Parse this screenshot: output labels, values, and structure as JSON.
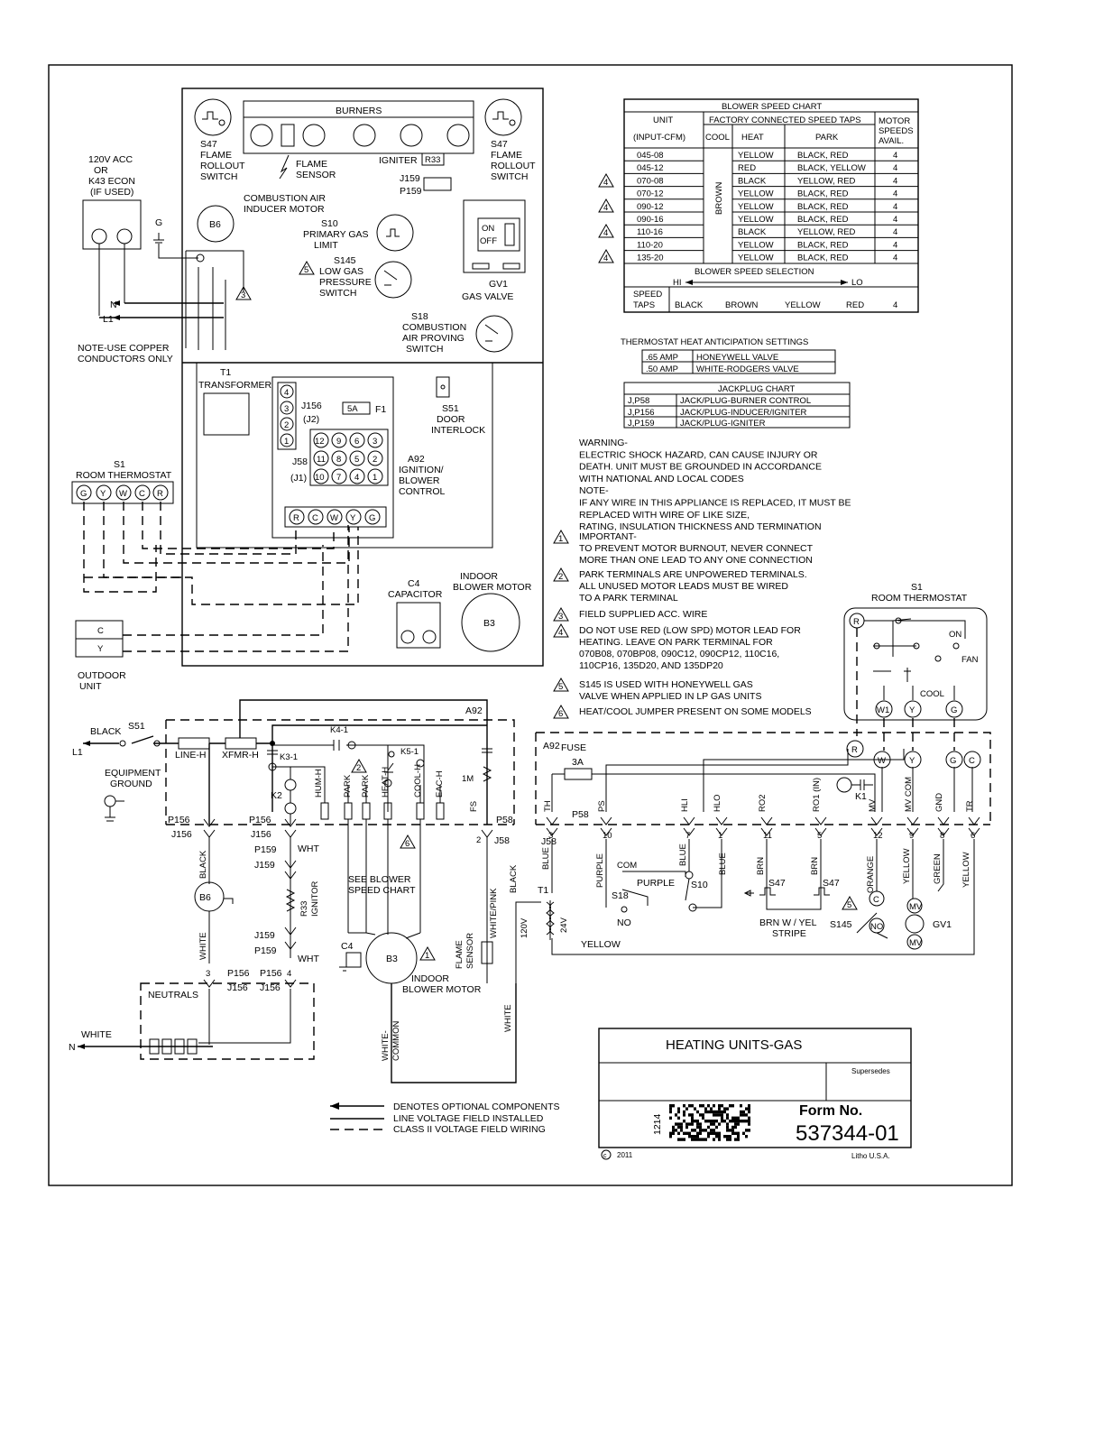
{
  "diagram": {
    "title_block": {
      "title": "HEATING UNITS-GAS",
      "supersedes": "Supersedes",
      "form_label": "Form No.",
      "form_number": "537344-01",
      "barcode_num": "1214",
      "copyright": "2011",
      "litho": "Litho U.S.A."
    },
    "components": {
      "burners": "BURNERS",
      "s47_left": [
        "S47",
        "FLAME",
        "ROLLOUT",
        "SWITCH"
      ],
      "s47_right": [
        "S47",
        "FLAME",
        "ROLLOUT",
        "SWITCH"
      ],
      "flame_sensor": [
        "FLAME",
        "SENSOR"
      ],
      "igniter": "IGNITER",
      "r33": "R33",
      "j159": "J159",
      "p159": "P159",
      "supply": [
        "120V ACC",
        "OR",
        "K43 ECON",
        "(IF USED)"
      ],
      "g": "G",
      "combustion_inducer": [
        "COMBUSTION AIR",
        "INDUCER MOTOR"
      ],
      "b6": "B6",
      "s10": [
        "S10",
        "PRIMARY GAS",
        "LIMIT"
      ],
      "s145": [
        "S145",
        "LOW GAS",
        "PRESSURE",
        "SWITCH"
      ],
      "gv1": [
        "GV1",
        "GAS VALVE"
      ],
      "on": "ON",
      "off": "OFF",
      "n": "N",
      "l1": "L1",
      "s18": [
        "S18",
        "COMBUSTION",
        "AIR PROVING",
        "SWITCH"
      ],
      "note_copper": [
        "NOTE-USE COPPER",
        "CONDUCTORS ONLY"
      ],
      "t1": [
        "T1",
        "TRANSFORMER"
      ],
      "j156": [
        "J156",
        "(J2)"
      ],
      "f1_rating": "5A",
      "f1": "F1",
      "s51": [
        "S51",
        "DOOR",
        "INTERLOCK"
      ],
      "j58": [
        "J58",
        "(J1)"
      ],
      "a92": [
        "A92",
        "IGNITION/",
        "BLOWER",
        "CONTROL"
      ],
      "s1": [
        "S1",
        "ROOM THERMOSTAT"
      ],
      "thermostat_terms": [
        "G",
        "Y",
        "W",
        "C",
        "R"
      ],
      "control_terms": [
        "R",
        "C",
        "W",
        "Y",
        "G"
      ],
      "c4": [
        "C4",
        "CAPACITOR"
      ],
      "b3": [
        "INDOOR",
        "BLOWER MOTOR"
      ],
      "b3_id": "B3",
      "outdoor": [
        "OUTDOOR",
        "UNIT"
      ],
      "c": "C",
      "y": "Y"
    },
    "blower_chart": {
      "title": "BLOWER SPEED CHART",
      "headers": [
        "UNIT",
        "FACTORY CONNECTED SPEED TAPS",
        "MOTOR SPEEDS AVAIL."
      ],
      "sub_headers": [
        "(INPUT-CFM)",
        "COOL",
        "HEAT",
        "PARK"
      ],
      "cool_value": "BROWN",
      "rows": [
        [
          "045-08",
          "YELLOW",
          "BLACK, RED",
          "4"
        ],
        [
          "045-12",
          "RED",
          "BLACK, YELLOW",
          "4"
        ],
        [
          "070-08",
          "BLACK",
          "YELLOW, RED",
          "4"
        ],
        [
          "070-12",
          "YELLOW",
          "BLACK, RED",
          "4"
        ],
        [
          "090-12",
          "YELLOW",
          "BLACK, RED",
          "4"
        ],
        [
          "090-16",
          "YELLOW",
          "BLACK, RED",
          "4"
        ],
        [
          "110-16",
          "BLACK",
          "YELLOW, RED",
          "4"
        ],
        [
          "110-20",
          "YELLOW",
          "BLACK, RED",
          "4"
        ],
        [
          "135-20",
          "YELLOW",
          "BLACK, RED",
          "4"
        ]
      ],
      "selection_title": "BLOWER SPEED SELECTION",
      "hi": "HI",
      "lo": "LO",
      "taps_label": [
        "SPEED",
        "TAPS"
      ],
      "taps": [
        "BLACK",
        "BROWN",
        "YELLOW",
        "RED",
        "4"
      ]
    },
    "anticipation": {
      "title": "THERMOSTAT HEAT ANTICIPATION SETTINGS",
      "rows": [
        [
          ".65 AMP",
          "HONEYWELL VALVE"
        ],
        [
          ".50 AMP",
          "WHITE-RODGERS VALVE"
        ]
      ]
    },
    "jackplug": {
      "title": "JACKPLUG CHART",
      "rows": [
        [
          "J,P58",
          "JACK/PLUG-BURNER CONTROL"
        ],
        [
          "J,P156",
          "JACK/PLUG-INDUCER/IGNITER"
        ],
        [
          "J,P159",
          "JACK/PLUG-IGNITER"
        ]
      ]
    },
    "warning": [
      "WARNING-",
      "ELECTRIC SHOCK HAZARD, CAN CAUSE INJURY OR",
      "DEATH. UNIT MUST BE GROUNDED IN ACCORDANCE",
      "WITH NATIONAL AND LOCAL CODES",
      "NOTE-",
      "IF ANY WIRE IN THIS APPLIANCE IS REPLACED, IT MUST BE",
      "REPLACED WITH WIRE OF LIKE SIZE,",
      "RATING, INSULATION THICKNESS AND TERMINATION"
    ],
    "notes": [
      {
        "n": "1",
        "lines": [
          "IMPORTANT-",
          "TO PREVENT MOTOR BURNOUT, NEVER CONNECT",
          "MORE THAN ONE LEAD TO ANY ONE CONNECTION"
        ]
      },
      {
        "n": "2",
        "lines": [
          "PARK TERMINALS ARE UNPOWERED TERMINALS.",
          "ALL UNUSED MOTOR LEADS MUST BE WIRED",
          "TO A PARK TERMINAL"
        ]
      },
      {
        "n": "3",
        "lines": [
          "FIELD SUPPLIED ACC. WIRE"
        ]
      },
      {
        "n": "4",
        "lines": [
          "DO NOT USE RED (LOW SPD) MOTOR LEAD FOR",
          "HEATING.  LEAVE ON PARK TERMINAL FOR",
          "070B08, 070BP08, 090C12, 090CP12, 110C16,",
          "110CP16, 135D20, AND 135DP20"
        ]
      },
      {
        "n": "5",
        "lines": [
          "S145 IS USED WITH HONEYWELL GAS",
          "VALVE WHEN APPLIED IN LP GAS UNITS"
        ]
      },
      {
        "n": "6",
        "lines": [
          "HEAT/COOL JUMPER PRESENT ON SOME MODELS"
        ]
      }
    ],
    "legend": [
      "DENOTES OPTIONAL COMPONENTS",
      "LINE VOLTAGE FIELD INSTALLED",
      "CLASS II VOLTAGE FIELD WIRING"
    ],
    "schematic": {
      "a92": "A92",
      "black": "BLACK",
      "s51": "S51",
      "l1": "L1",
      "line_h": "LINE-H",
      "xfmr_h": "XFMR-H",
      "k3_1": "K3-1",
      "k4_1": "K4-1",
      "k5_1": "K5-1",
      "k2": "K2",
      "equipment_ground": [
        "EQUIPMENT",
        "GROUND"
      ],
      "hum_h": "HUM-H",
      "park": "PARK",
      "heat_h": "HEAT-H",
      "cool_h": "COOL-H",
      "eac_h": "EAC-H",
      "fs": "FS",
      "m1": "1M",
      "p156": "P156",
      "j156": "J156",
      "p159": "P159",
      "j159": "J159",
      "p58": "P58",
      "j58": "J58",
      "wht": "WHT",
      "r33_ignitor": [
        "R33",
        "IGNITOR"
      ],
      "see_blower": [
        "SEE BLOWER",
        "SPEED CHART"
      ],
      "white_pink": "WHITE/PINK",
      "flame_sensor": [
        "FLAME",
        "SENSOR"
      ],
      "b6": "B6",
      "white": "WHITE",
      "c4": "C4",
      "b3": "B3",
      "indoor_blower": [
        "INDOOR",
        "BLOWER MOTOR"
      ],
      "neutrals": "NEUTRALS",
      "n": "N",
      "white_common": [
        "WHITE-",
        "COMMON"
      ],
      "t1": "T1",
      "v120": "120V",
      "v24": "24V",
      "blue": "BLUE",
      "fuse": "FUSE",
      "fuse_val": "3A",
      "term_labels": [
        "TH",
        "PS",
        "HLI",
        "HLO",
        "RO2",
        "RO1 (IN)",
        "MV",
        "MV COM",
        "GND",
        "TR"
      ],
      "term_nums": [
        "3",
        "10",
        "7",
        "1",
        "11",
        "5",
        "12",
        "9",
        "8",
        "6"
      ],
      "k1": "K1",
      "purple": "PURPLE",
      "com": "COM",
      "s18": "S18",
      "no": "NO",
      "s10": "S10",
      "brn": "BRN",
      "s47": "S47",
      "brn_w_yel": [
        "BRN W / YEL",
        "STRIPE"
      ],
      "s145": "S145",
      "orange": "ORANGE",
      "yellow": "YELLOW",
      "green": "GREEN",
      "gv1": "GV1",
      "cool": "COOL",
      "fan": "FAN",
      "on": "ON",
      "thermo_terms": [
        "W1",
        "Y",
        "G"
      ],
      "ctrl_terms": [
        "R",
        "W",
        "Y",
        "G",
        "C"
      ]
    }
  }
}
